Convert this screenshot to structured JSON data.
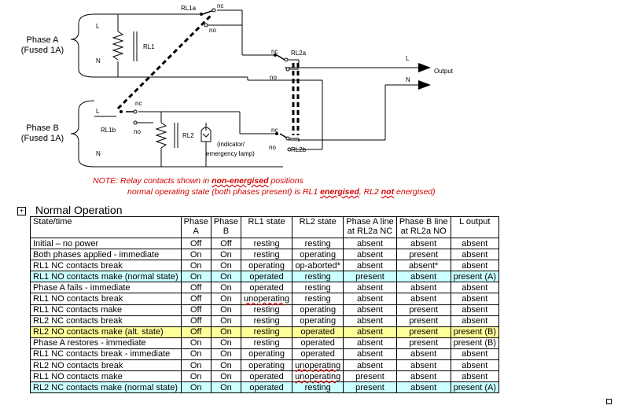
{
  "diagram": {
    "phase_a": {
      "name": "Phase A",
      "fuse": "(Fused 1A)"
    },
    "phase_b": {
      "name": "Phase B",
      "fuse": "(Fused 1A)"
    },
    "labels": {
      "L": "L",
      "N": "N",
      "rl1": "RL1",
      "rl2": "RL2",
      "rl1a": "RL1a",
      "rl1b": "RL1b",
      "rl2a": "RL2a",
      "rl2b": "RL2b",
      "nc": "nc",
      "no": "no",
      "output": "Output",
      "indicator_1": "(indicator/",
      "indicator_2": "emergency lamp)"
    }
  },
  "note": {
    "prefix": "NOTE:  Relay contacts shown in ",
    "bold": "non-energised",
    "suffix": " positions",
    "line2_a": "normal operating state (both phases present) is RL1 ",
    "line2_b": "energised",
    "line2_c": ", RL2 ",
    "line2_d": "not",
    "line2_e": " energised",
    "line2_f": ")"
  },
  "section": {
    "expand_symbol": "+",
    "title": "Normal Operation"
  },
  "table": {
    "headers": [
      [
        "State/time"
      ],
      [
        "Phase",
        "A"
      ],
      [
        "Phase",
        "B"
      ],
      [
        "RL1 state"
      ],
      [
        "RL2 state"
      ],
      [
        "Phase A line",
        "at RL2a NC"
      ],
      [
        "Phase B line",
        "at RL2a NO"
      ],
      [
        "L output"
      ]
    ],
    "rows": [
      [
        "Initial – no power",
        "Off",
        "Off",
        "resting",
        "resting",
        "absent",
        "absent",
        "absent"
      ],
      [
        "Both phases applied - immediate",
        "On",
        "On",
        "resting",
        "operating",
        "absent",
        "present",
        "absent"
      ],
      [
        "RL1 NC contacts break",
        "On",
        "On",
        "operating",
        "op-aborted*",
        "absent",
        "absent*",
        "absent"
      ],
      [
        "RL1 NO contacts make (normal state)",
        "On",
        "On",
        "operated",
        "resting",
        "present",
        "absent",
        "present (A)"
      ],
      [
        "Phase A fails - immediate",
        "Off",
        "On",
        "operated",
        "resting",
        "absent",
        "absent",
        "absent"
      ],
      [
        "RL1 NO contacts break",
        "Off",
        "On",
        "unoperating",
        "resting",
        "absent",
        "absent",
        "absent"
      ],
      [
        "RL1 NC contacts make",
        "Off",
        "On",
        "resting",
        "operating",
        "absent",
        "present",
        "absent"
      ],
      [
        "RL2 NC contacts break",
        "Off",
        "On",
        "resting",
        "operating",
        "absent",
        "present",
        "absent"
      ],
      [
        "RL2 NO contacts make (alt. state)",
        "Off",
        "On",
        "resting",
        "operated",
        "absent",
        "present",
        "present (B)"
      ],
      [
        "Phase A restores - immediate",
        "On",
        "On",
        "resting",
        "operated",
        "absent",
        "present",
        "present (B)"
      ],
      [
        "RL1 NC contacts break - immediate",
        "On",
        "On",
        "operating",
        "operated",
        "absent",
        "absent",
        "absent"
      ],
      [
        "RL2 NO contacts break",
        "On",
        "On",
        "operating",
        "unoperating",
        "absent",
        "absent",
        "absent"
      ],
      [
        "RL1 NO contacts make",
        "On",
        "On",
        "operated",
        "unoperating",
        "present",
        "absent",
        "absent"
      ],
      [
        "RL2 NC contacts make (normal state)",
        "On",
        "On",
        "operated",
        "resting",
        "present",
        "absent",
        "present (A)"
      ]
    ],
    "row_highlight": [
      "",
      "",
      "",
      "cyan",
      "",
      "",
      "",
      "",
      "yellow",
      "",
      "",
      "",
      "",
      "cyan"
    ],
    "colors": {
      "cyan": "#ccffff",
      "yellow": "#ffff99",
      "note_red": "#d00000"
    }
  }
}
